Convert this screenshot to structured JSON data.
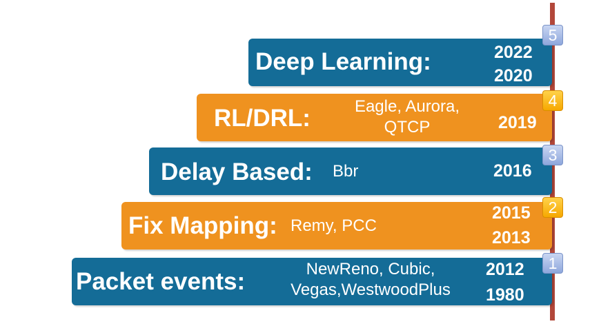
{
  "tiers": [
    {
      "badge": "5",
      "title": "Deep Learning:",
      "methods": "",
      "years": [
        "2022",
        "2020"
      ],
      "color": "#146c97"
    },
    {
      "badge": "4",
      "title": "RL/DRL:",
      "methods": "Eagle, Aurora,\nQTCP",
      "years": [
        "2019"
      ],
      "color": "#ef921f"
    },
    {
      "badge": "3",
      "title": "Delay Based:",
      "methods": "Bbr",
      "years": [
        "2016"
      ],
      "color": "#146c97"
    },
    {
      "badge": "2",
      "title": "Fix Mapping:",
      "methods": "Remy, PCC",
      "years": [
        "2015",
        "2013"
      ],
      "color": "#ef921f"
    },
    {
      "badge": "1",
      "title": "Packet events:",
      "methods": "NewReno, Cubic,\nVegas,WestwoodPlus",
      "years": [
        "2012",
        "1980"
      ],
      "color": "#146c97"
    }
  ],
  "axis_color": "#b2473a"
}
